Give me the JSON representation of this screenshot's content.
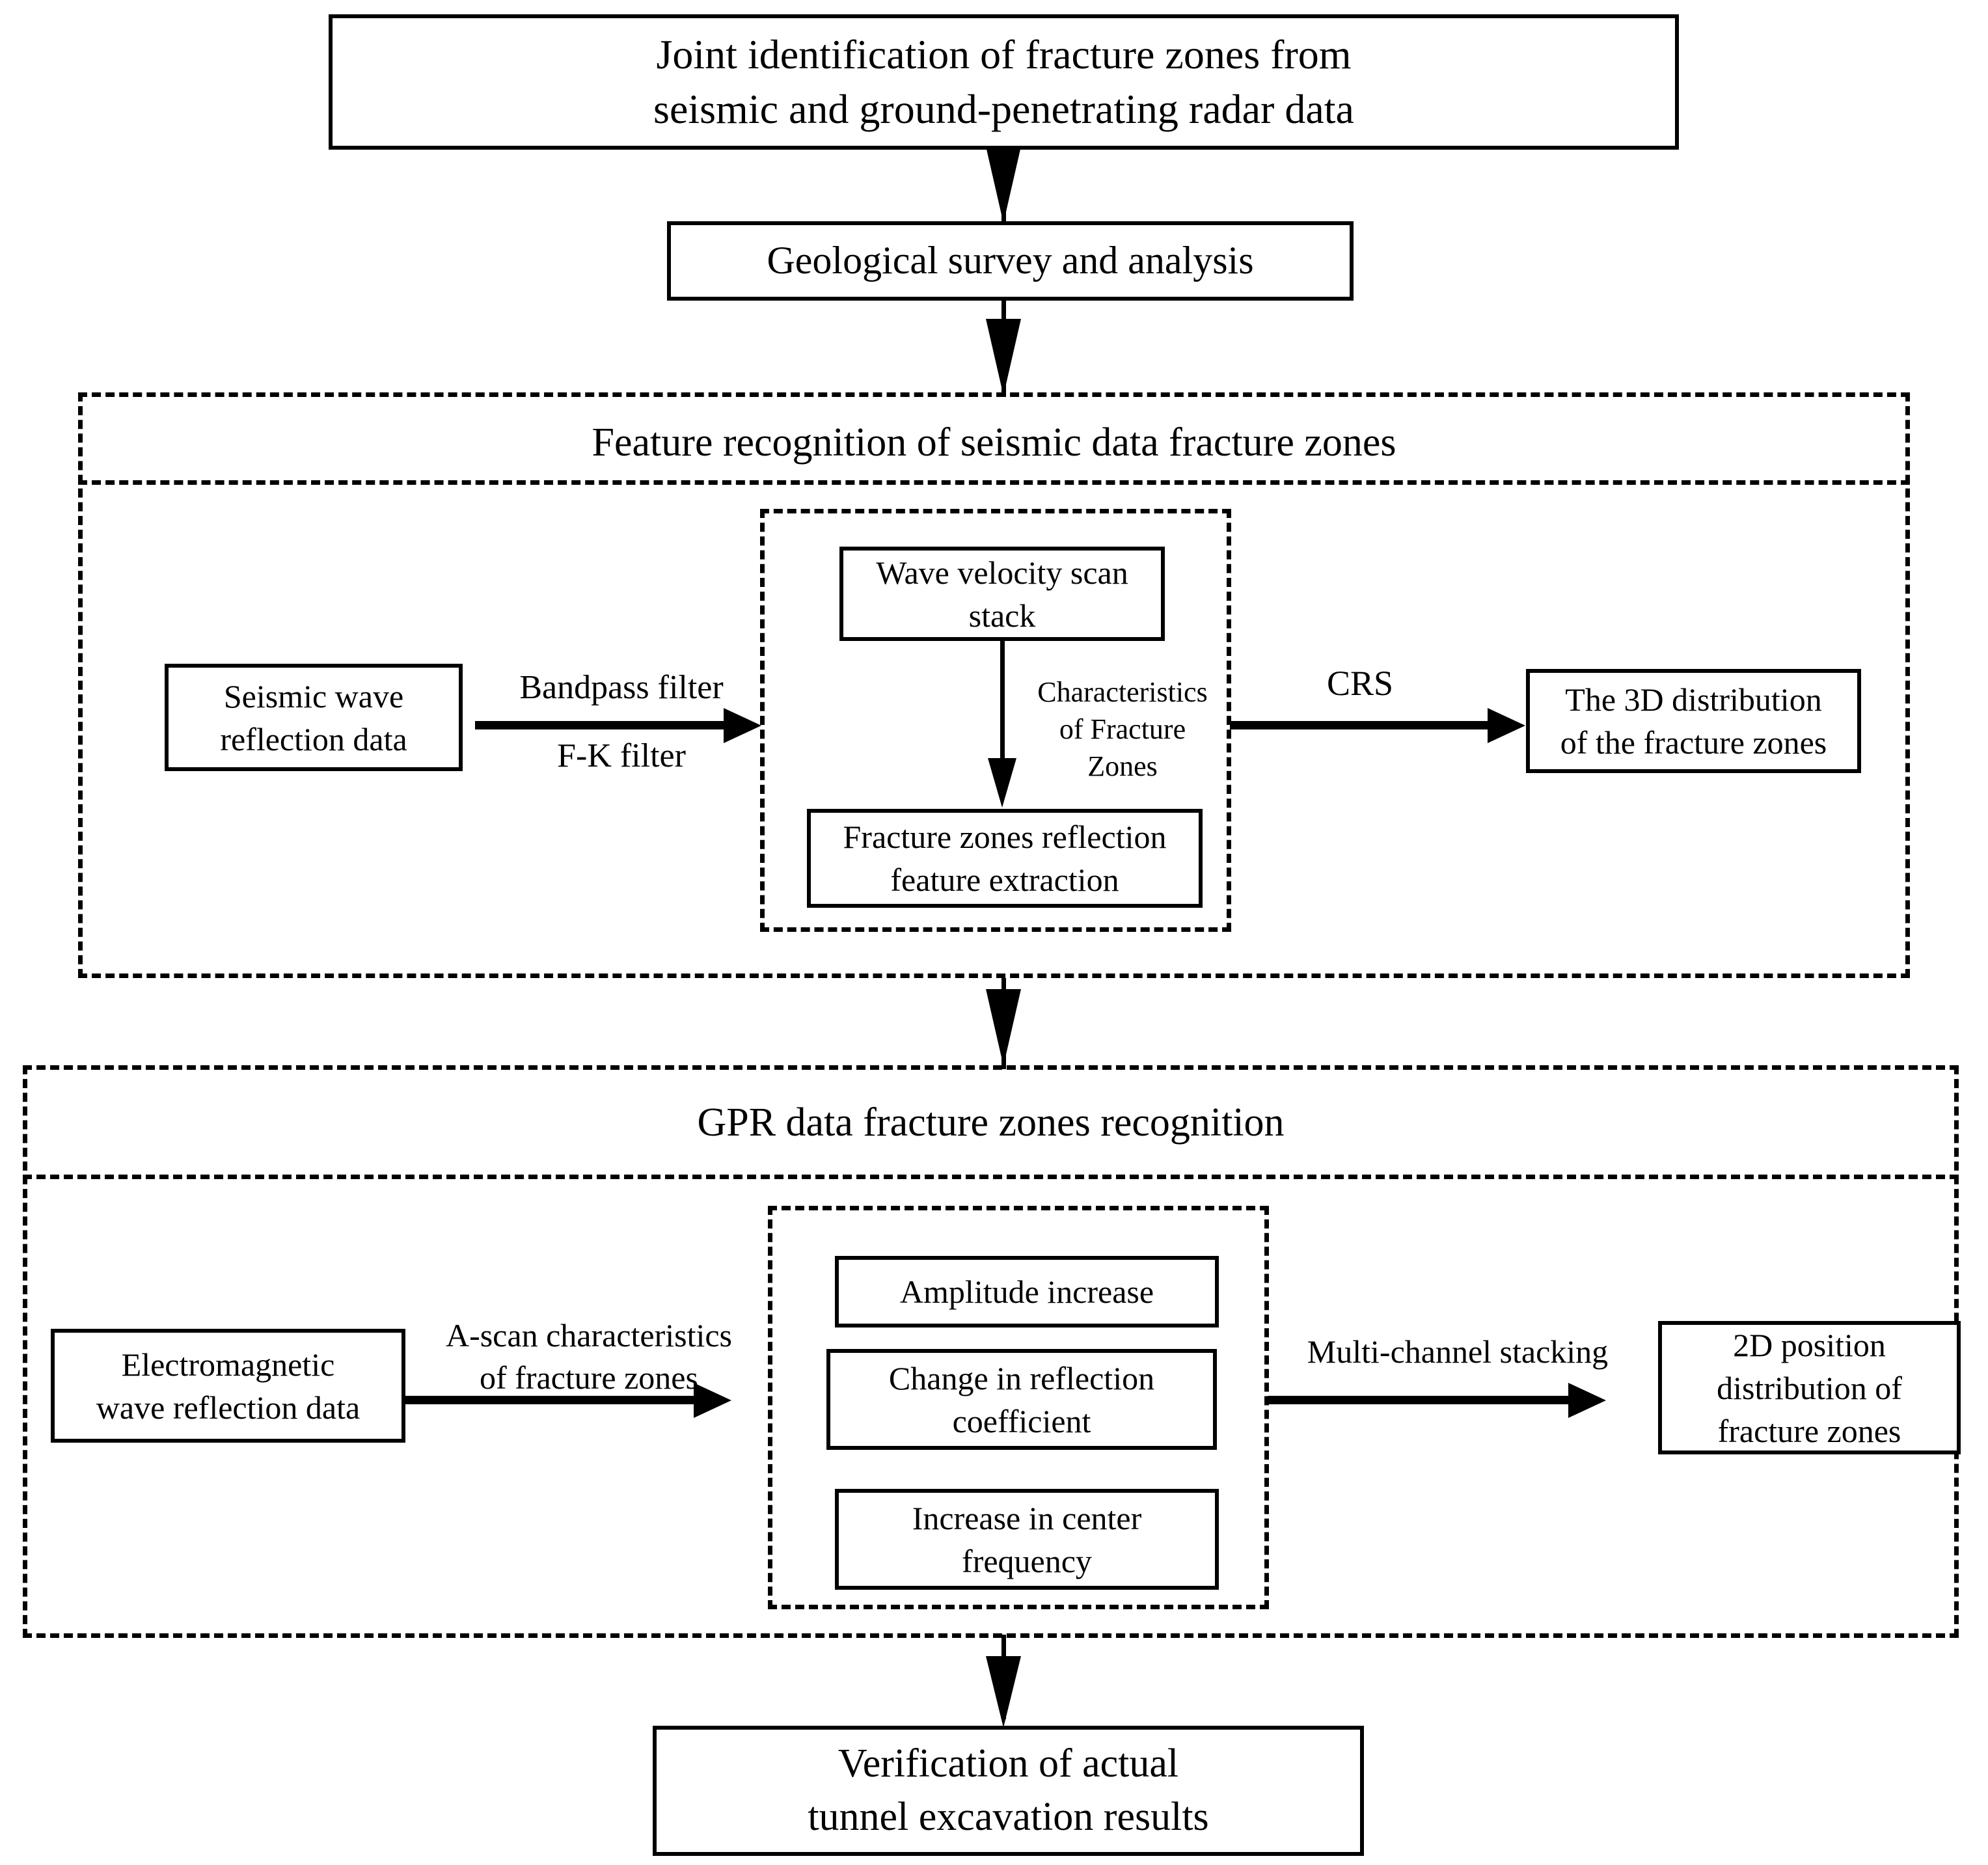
{
  "diagram": {
    "title_box": {
      "label": "Joint identification of fracture zones from\nseismic and ground-penetrating radar data"
    },
    "geological_box": {
      "label": "Geological survey and analysis"
    },
    "seismic_section": {
      "header": "Feature recognition of seismic data fracture zones",
      "input_box": "Seismic wave\nreflection data",
      "edge_in_label": "Bandpass filter\n\nF-K filter",
      "edge_in_label_top": "Bandpass filter",
      "edge_in_label_bottom": "F-K filter",
      "inner_top_box": "Wave velocity scan\nstack",
      "inner_edge_label": "Characteristics\nof Fracture\nZones",
      "inner_bottom_box": "Fracture zones reflection\nfeature extraction",
      "edge_out_label": "CRS",
      "output_box": "The 3D distribution\nof the fracture zones"
    },
    "gpr_section": {
      "header": "GPR data fracture zones recognition",
      "input_box": "Electromagnetic\nwave reflection data",
      "edge_in_label": "A-scan characteristics\nof fracture zones",
      "feature_boxes": [
        "Amplitude increase",
        "Change in reflection\ncoefficient",
        "Increase in center\nfrequency"
      ],
      "edge_out_label": "Multi-channel stacking",
      "output_box": "2D position\ndistribution of\nfracture zones"
    },
    "verification_box": {
      "label": "Verification of actual\ntunnel excavation results"
    },
    "colors": {
      "stroke": "#000000",
      "background": "#ffffff"
    }
  }
}
